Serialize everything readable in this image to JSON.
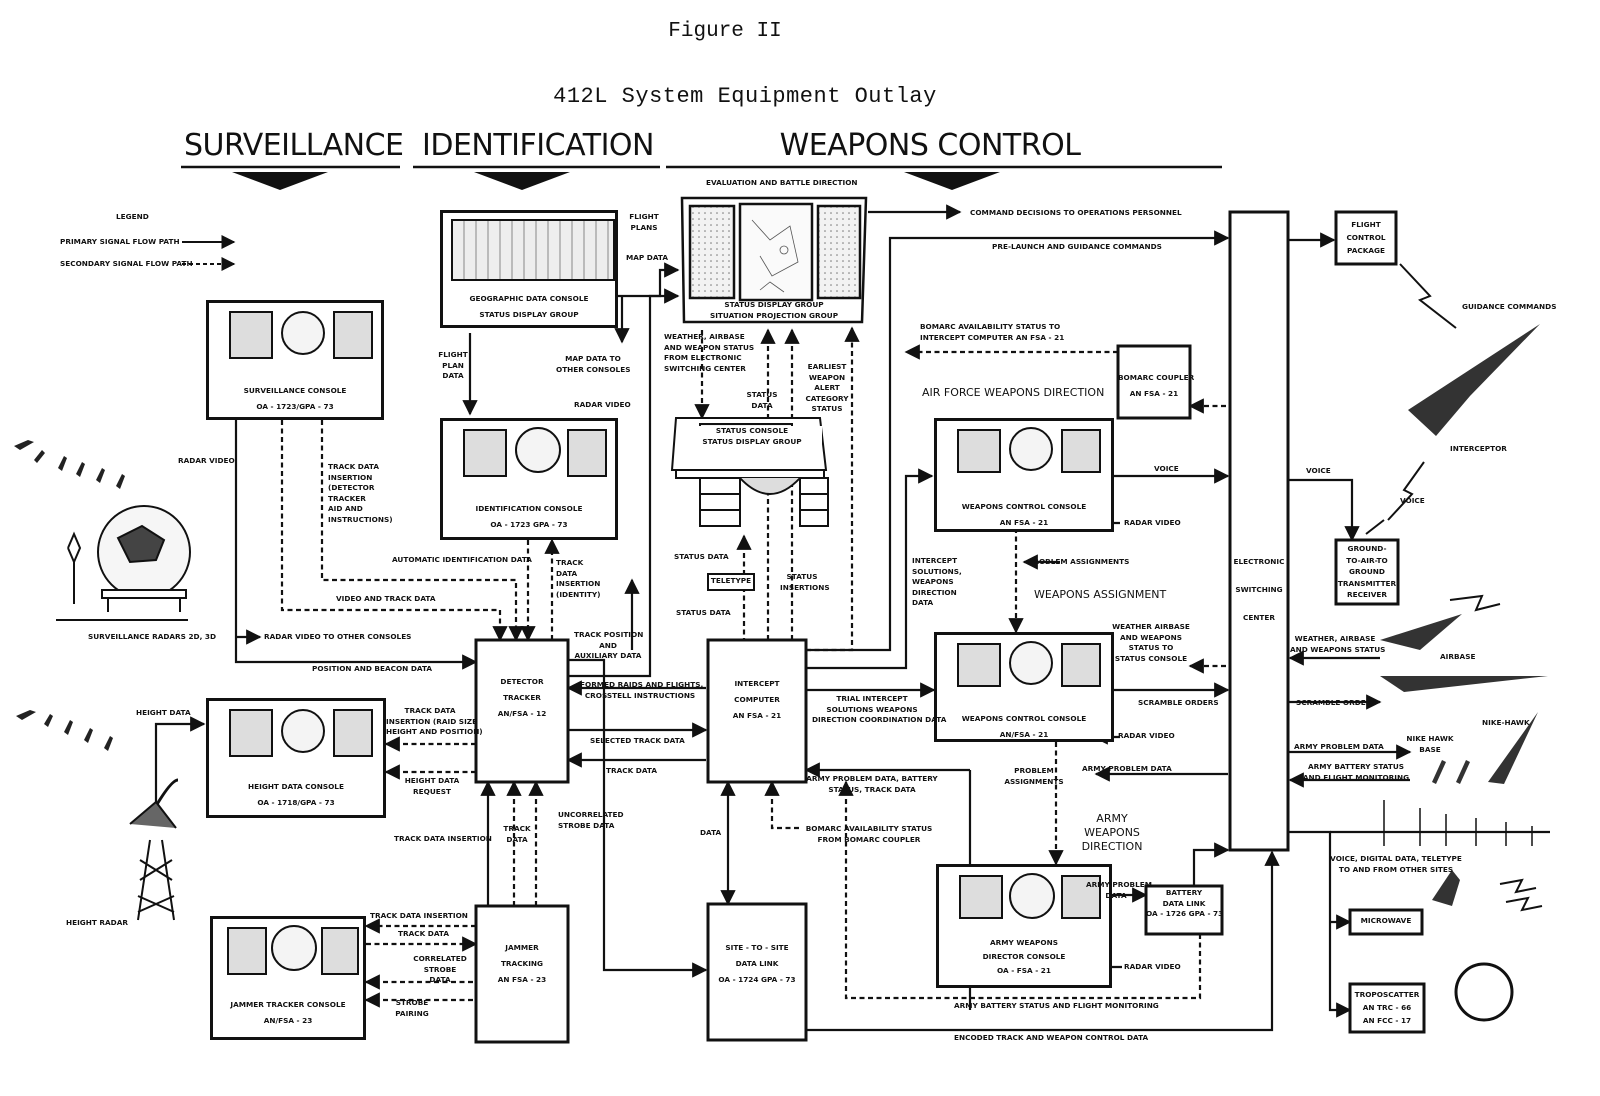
{
  "figure_label": "Figure II",
  "title": "412L System Equipment Outlay",
  "sections": [
    "SURVEILLANCE",
    "IDENTIFICATION",
    "WEAPONS CONTROL"
  ],
  "legend": {
    "title": "LEGEND",
    "primary": "PRIMARY SIGNAL FLOW PATH",
    "secondary": "SECONDARY SIGNAL FLOW PATH"
  },
  "consoles": {
    "geographic": [
      "GEOGRAPHIC DATA CONSOLE",
      "STATUS DISPLAY GROUP"
    ],
    "surveillance": [
      "SURVEILLANCE CONSOLE",
      "OA - 1723/GPA - 73"
    ],
    "identification": [
      "IDENTIFICATION CONSOLE",
      "OA - 1723 GPA - 73"
    ],
    "height": [
      "HEIGHT DATA CONSOLE",
      "OA - 1718/GPA - 73"
    ],
    "jammer": [
      "JAMMER TRACKER CONSOLE",
      "AN/FSA - 23"
    ],
    "status_console": [
      "STATUS CONSOLE",
      "STATUS DISPLAY GROUP"
    ],
    "status_display": [
      "STATUS DISPLAY GROUP",
      "SITUATION PROJECTION GROUP"
    ],
    "weapons_control_1": [
      "WEAPONS CONTROL CONSOLE",
      "AN FSA - 21"
    ],
    "weapons_control_2": [
      "WEAPONS CONTROL CONSOLE",
      "AN/FSA - 21"
    ],
    "army_weapons": [
      "ARMY WEAPONS",
      "DIRECTOR CONSOLE",
      "OA - FSA - 21"
    ]
  },
  "boxes": {
    "detector": [
      "DETECTOR",
      "TRACKER",
      "AN/FSA - 12"
    ],
    "jammer_tracking": [
      "JAMMER",
      "TRACKING",
      "AN FSA - 23"
    ],
    "intercept": [
      "INTERCEPT",
      "COMPUTER",
      "AN FSA - 21"
    ],
    "site_to_site": [
      "SITE - TO - SITE",
      "DATA LINK",
      "OA - 1724 GPA - 73"
    ],
    "teletype": [
      "TELETYPE"
    ],
    "switching": [
      "ELECTRONIC",
      "SWITCHING",
      "CENTER"
    ],
    "bomarc": [
      "BOMARC COUPLER",
      "AN FSA - 21"
    ],
    "battery": [
      "BATTERY",
      "DATA LINK",
      "OA - 1726 GPA - 73"
    ],
    "flight_control": [
      "FLIGHT",
      "CONTROL",
      "PACKAGE"
    ],
    "ground_air": [
      "GROUND-",
      "TO-AIR-TO",
      "GROUND",
      "TRANSMITTER",
      "RECEIVER"
    ],
    "microwave": [
      "MICROWAVE"
    ],
    "troposcatter": [
      "TROPOSCATTER",
      "AN TRC - 66",
      "AN FCC - 17"
    ]
  },
  "headings": {
    "af_weapons": "AIR FORCE WEAPONS DIRECTION",
    "weapons_assignment": "WEAPONS ASSIGNMENT",
    "army_weapons_direction": [
      "ARMY",
      "WEAPONS",
      "DIRECTION"
    ]
  },
  "labels": {
    "evaluation": "EVALUATION AND BATTLE DIRECTION",
    "flight_plans": [
      "FLIGHT",
      "PLANS"
    ],
    "map_data": "MAP DATA",
    "command_decisions": "COMMAND DECISIONS TO OPERATIONS PERSONNEL",
    "prelaunch": "PRE-LAUNCH AND GUIDANCE COMMANDS",
    "bomarc_avail": [
      "BOMARC AVAILABILITY STATUS TO",
      "INTERCEPT COMPUTER AN FSA - 21"
    ],
    "flight_plan_data": [
      "FLIGHT",
      "PLAN",
      "DATA"
    ],
    "map_other": [
      "MAP DATA TO",
      "OTHER CONSOLES"
    ],
    "weather_airbase": [
      "WEATHER, AIRBASE",
      "AND WEAPON STATUS",
      "FROM ELECTRONIC",
      "SWITCHING CENTER"
    ],
    "status_data": [
      "STATUS",
      "DATA"
    ],
    "earliest": [
      "EARLIEST",
      "WEAPON",
      "ALERT",
      "CATEGORY",
      "STATUS"
    ],
    "radar_video": "RADAR VIDEO",
    "radar_video_2": "RADAR VIDEO",
    "track_insertion": [
      "TRACK DATA",
      "INSERTION",
      "(DETECTOR",
      "TRACKER",
      "AID AND",
      "INSTRUCTIONS)"
    ],
    "auto_ident": "AUTOMATIC IDENTIFICATION DATA",
    "track_identity": [
      "TRACK",
      "DATA",
      "INSERTION",
      "(IDENTITY)"
    ],
    "video_track": "VIDEO AND TRACK DATA",
    "surv_radars": "SURVEILLANCE RADARS 2D, 3D",
    "radar_video_other": "RADAR VIDEO TO OTHER CONSOLES",
    "position_beacon": "POSITION AND BEACON DATA",
    "track_position": [
      "TRACK POSITION",
      "AND",
      "AUXILIARY DATA"
    ],
    "formed_raids": [
      "FORMED RAIDS AND FLIGHTS,",
      "CROSSTELL INSTRUCTIONS"
    ],
    "status_data_2": "STATUS DATA",
    "status_insertions": [
      "STATUS",
      "INSERTIONS"
    ],
    "status_data_3": "STATUS DATA",
    "height_data": "HEIGHT DATA",
    "track_raid": [
      "TRACK DATA",
      "INSERTION (RAID SIZE",
      "HEIGHT AND POSITION)"
    ],
    "height_request": [
      "HEIGHT DATA",
      "REQUEST"
    ],
    "selected_track": "SELECTED TRACK DATA",
    "track_data": "TRACK DATA",
    "trial_intercept": [
      "TRIAL INTERCEPT",
      "SOLUTIONS WEAPONS",
      "DIRECTION COORDINATION DATA"
    ],
    "army_problem_battery": [
      "ARMY PROBLEM DATA, BATTERY",
      "STATUS, TRACK DATA"
    ],
    "track_data_insertion": "TRACK DATA INSERTION",
    "track_data_v": [
      "TRACK",
      "DATA"
    ],
    "uncorrelated": [
      "UNCORRELATED",
      "STROBE DATA"
    ],
    "data": "DATA",
    "bomarc_from": [
      "BOMARC AVAILABILITY STATUS",
      "FROM BOMARC COUPLER"
    ],
    "height_radar": "HEIGHT RADAR",
    "track_ins_j": "TRACK DATA INSERTION",
    "track_data_j": "TRACK DATA",
    "correlated": [
      "CORRELATED",
      "STROBE",
      "DATA"
    ],
    "strobe_pairing": [
      "STROBE",
      "PAIRING"
    ],
    "voice_1": "VOICE",
    "radar_video_wc": "RADAR VIDEO",
    "intercept_solutions": [
      "INTERCEPT",
      "SOLUTIONS,",
      "WEAPONS",
      "DIRECTION",
      "DATA"
    ],
    "problem_assignments": "PROBLEM ASSIGNMENTS",
    "weather_status_to": [
      "WEATHER AIRBASE",
      "AND WEAPONS",
      "STATUS TO",
      "STATUS CONSOLE"
    ],
    "scramble_1": "SCRAMBLE ORDERS",
    "radar_video_wc2": "RADAR VIDEO",
    "problem_assign_2": [
      "PROBLEM",
      "ASSIGNMENTS"
    ],
    "army_problem": "ARMY PROBLEM DATA",
    "army_problem_2": [
      "ARMY PROBLEM",
      "DATA"
    ],
    "radar_video_army": "RADAR VIDEO",
    "army_battery_status": "ARMY BATTERY STATUS AND FLIGHT MONITORING",
    "encoded": "ENCODED TRACK AND WEAPON CONTROL DATA",
    "guidance": "GUIDANCE COMMANDS",
    "interceptor": "INTERCEPTOR",
    "voice_2": "VOICE",
    "voice_3": "VOICE",
    "weather_airbase_r": [
      "WEATHER, AIRBASE",
      "AND WEAPONS STATUS"
    ],
    "airbase": "AIRBASE",
    "scramble_2": "SCRAMBLE ORDERS",
    "nike_hawk": "NIKE-HAWK",
    "army_problem_r": "ARMY PROBLEM DATA",
    "nike_hawk_base": [
      "NIKE HAWK",
      "BASE"
    ],
    "army_battery_r": [
      "ARMY BATTERY STATUS",
      "AND FLIGHT MONITORING"
    ],
    "voice_digital": [
      "VOICE, DIGITAL DATA, TELETYPE",
      "TO AND FROM OTHER SITES"
    ]
  }
}
